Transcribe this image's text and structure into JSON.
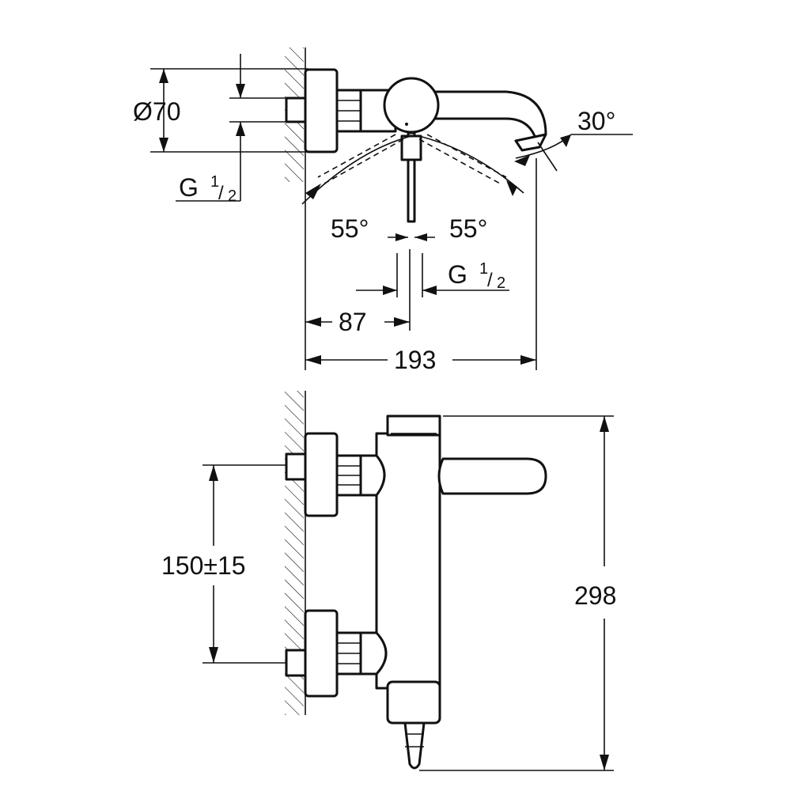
{
  "dimensions": {
    "diameter": "Ø70",
    "thread_side": {
      "g": "G",
      "num": "1",
      "den": "2"
    },
    "thread_bottom": {
      "g": "G",
      "num": "1",
      "den": "2"
    },
    "angle_spout": "30°",
    "angle_left": "55°",
    "angle_right": "55°",
    "offset": "87",
    "projection": "193",
    "centers": "150±15",
    "height": "298"
  }
}
